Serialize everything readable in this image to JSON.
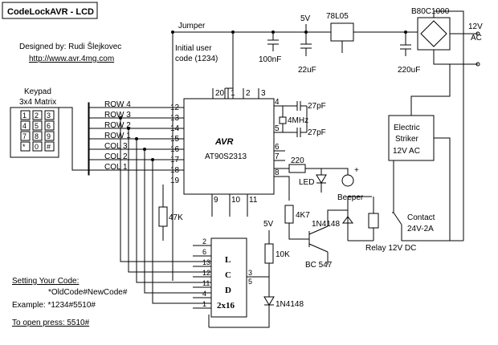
{
  "title": "CodeLockAVR - LCD",
  "credits": {
    "designed_by": "Designed by:  Rudi Šlejkovec",
    "url": "http://www.avr.4mg.com"
  },
  "keypad": {
    "title": "Keypad",
    "subtitle": "3x4 Matrix",
    "keys": [
      "1",
      "2",
      "3",
      "4",
      "5",
      "6",
      "7",
      "8",
      "9",
      "*",
      "0",
      "#"
    ]
  },
  "rows": [
    "ROW 4",
    "ROW 3",
    "ROW 2",
    "ROW 1"
  ],
  "cols": [
    "COL 3",
    "COL 2",
    "COL 1"
  ],
  "mcu": {
    "name": "AVR",
    "part": "AT90S2313",
    "pins_left": [
      "12",
      "13",
      "14",
      "15",
      "16",
      "17",
      "18",
      "19"
    ],
    "pins_top": [
      "20",
      "1",
      "2",
      "3"
    ],
    "pins_right": [
      "4",
      "5",
      "6",
      "7",
      "8"
    ],
    "pins_bottom": [
      "9",
      "10",
      "11"
    ]
  },
  "lcd": {
    "line1": "L",
    "line2": "C",
    "line3": "D",
    "line4": "2x16",
    "pins_left": [
      "2",
      "6",
      "13",
      "12",
      "11",
      "4",
      "1"
    ],
    "pins_right": [
      "3",
      "5"
    ]
  },
  "labels": {
    "jumper": "Jumper",
    "init1": "Initial user",
    "init2": "code (1234)",
    "v5a": "5V",
    "v5b": "5V",
    "reg": "78L05",
    "bridge": "B80C1000",
    "ac1": "12V",
    "ac2": "AC",
    "c100n": "100nF",
    "c22u": "22uF",
    "c220u": "220uF",
    "c27a": "27pF",
    "c27b": "27pF",
    "xtal": "4MHz",
    "r220": "220",
    "led": "LED",
    "beeper": "Beeper",
    "plus": "+",
    "r4k7": "4K7",
    "r47k": "47K",
    "r10k": "10K",
    "d1": "1N4148",
    "d2": "1N4148",
    "bc": "BC 547",
    "relay": "Relay 12V DC",
    "contact1": "Contact",
    "contact2": "24V-2A",
    "striker1": "Electric",
    "striker2": "Striker",
    "striker3": "12V AC"
  },
  "notes": {
    "setting": "Setting Your Code:",
    "format": "*OldCode#NewCode#",
    "example": "Example:  *1234#5510#",
    "open": "To open press: 5510#"
  }
}
